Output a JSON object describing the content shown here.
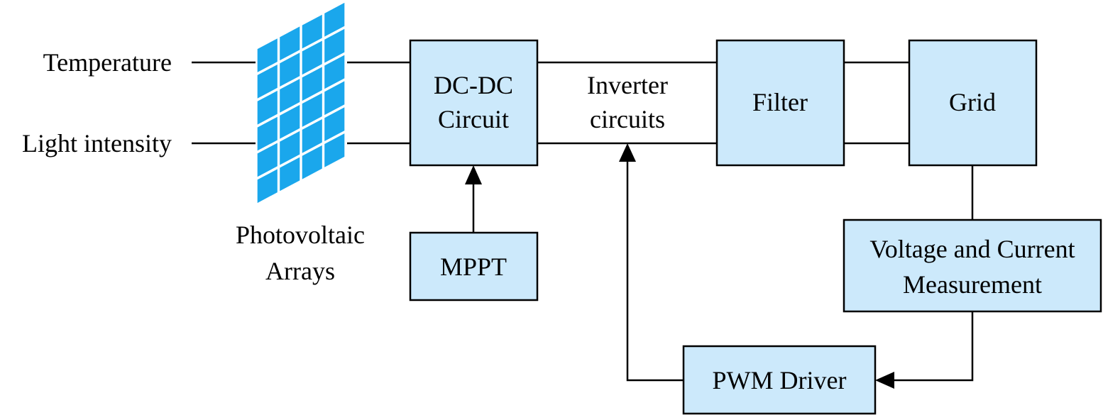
{
  "inputs": {
    "temperature": "Temperature",
    "light_intensity": "Light intensity"
  },
  "pv_array": {
    "label_line1": "Photovoltaic",
    "label_line2": "Arrays",
    "panel_color": "#1aa7ec"
  },
  "blocks": {
    "dcdc": {
      "line1": "DC-DC",
      "line2": "Circuit"
    },
    "inverter": {
      "line1": "Inverter",
      "line2": "circuits"
    },
    "filter": {
      "label": "Filter"
    },
    "grid": {
      "label": "Grid"
    },
    "mppt": {
      "label": "MPPT"
    },
    "measurement": {
      "line1": "Voltage and Current",
      "line2": "Measurement"
    },
    "pwm": {
      "label": "PWM Driver"
    }
  },
  "colors": {
    "block_fill": "#cce9fb",
    "line": "#000000"
  }
}
